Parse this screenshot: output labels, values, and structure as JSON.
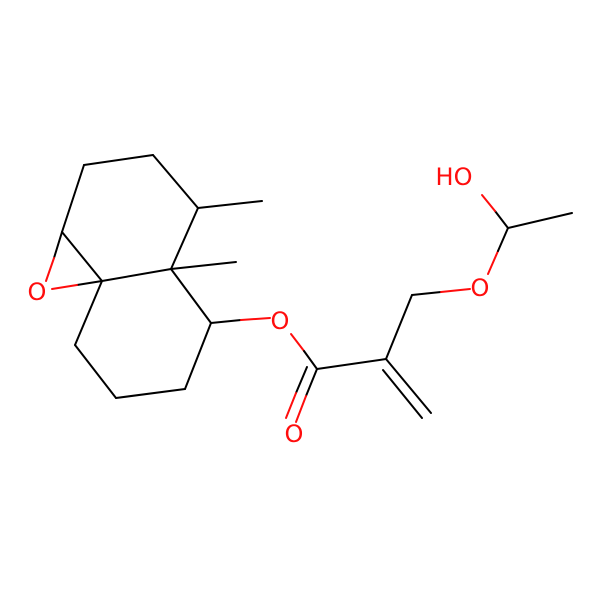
{
  "molecule": {
    "atom_labels": {
      "epoxide_oxygen": "O",
      "ester_oxygen": "O",
      "carbonyl_oxygen": "O",
      "ether_oxygen": "O",
      "hydroxyl": "HO"
    },
    "colors": {
      "bond": "#000000",
      "oxygen": "#ff0d0d",
      "background": "#ffffff"
    }
  }
}
